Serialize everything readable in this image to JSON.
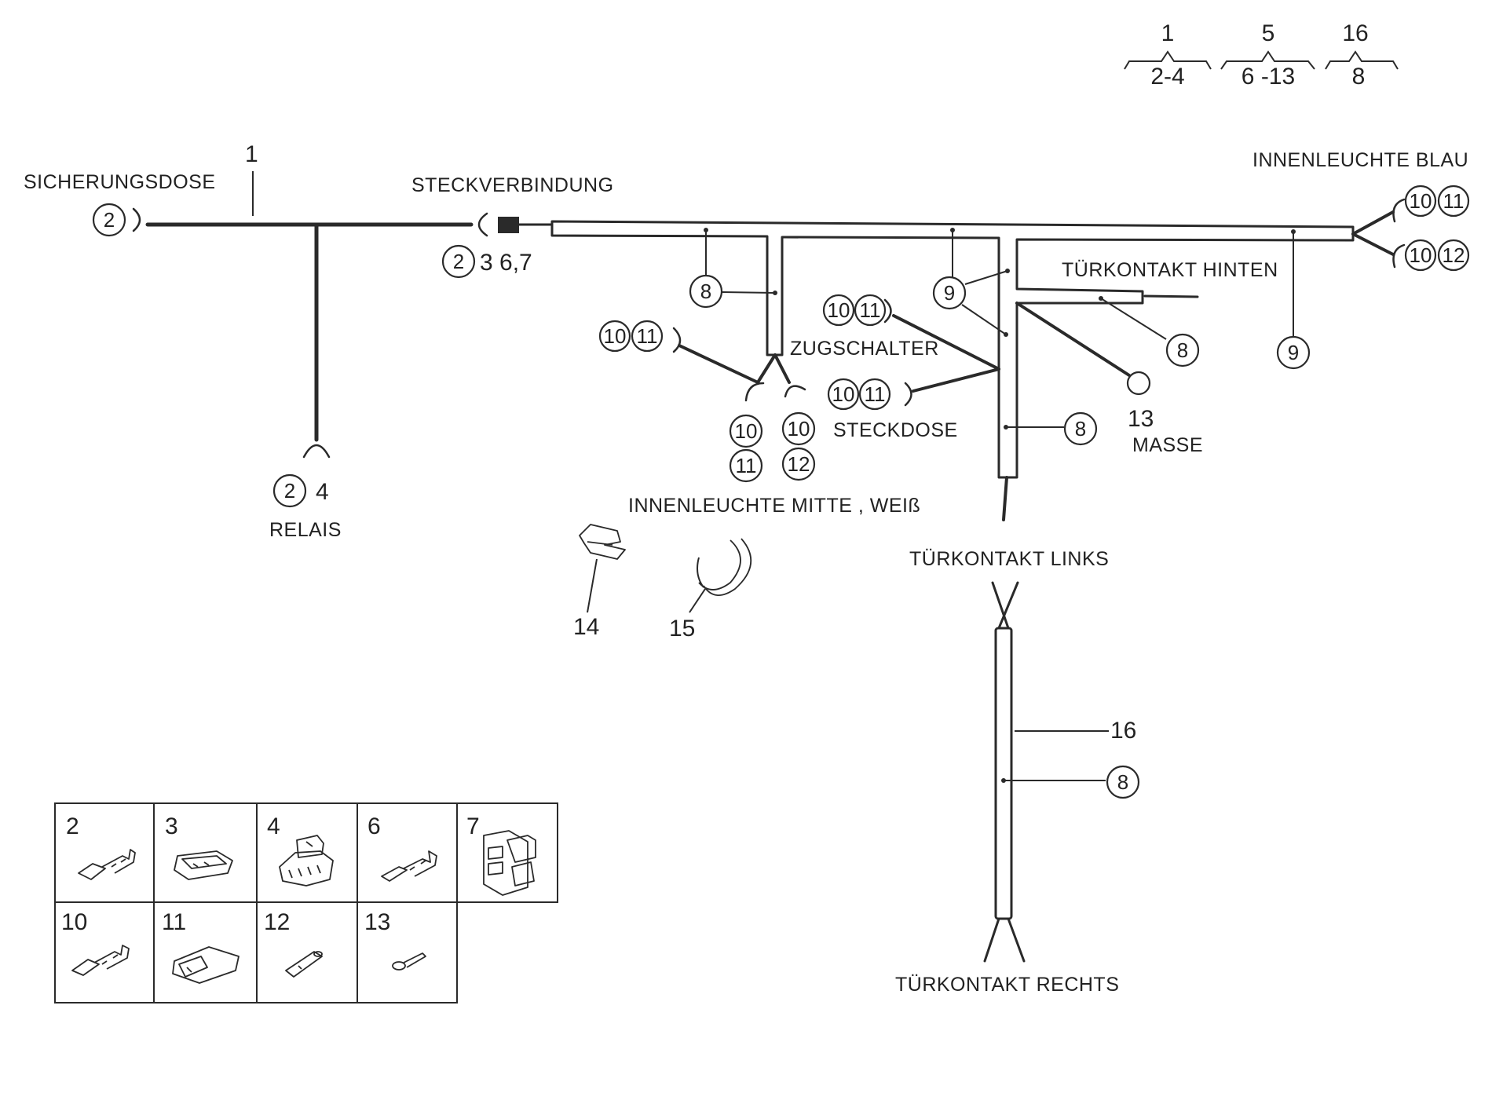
{
  "labels": {
    "sicherungsdose": "SICHERUNGSDOSE",
    "steckverbindung": "STECKVERBINDUNG",
    "innenleuchte_blau": "INNENLEUCHTE BLAU",
    "tuerkontakt_hinten": "TÜRKONTAKT HINTEN",
    "zugschalter": "ZUGSCHALTER",
    "steckdose": "STECKDOSE",
    "masse": "MASSE",
    "relais": "RELAIS",
    "innenleuchte_mitte": "INNENLEUCHTE MITTE , WEIß",
    "tuerkontakt_links": "TÜRKONTAKT LINKS",
    "tuerkontakt_rechts": "TÜRKONTAKT RECHTS"
  },
  "legend": [
    {
      "top": "1",
      "bottom": "2-4"
    },
    {
      "top": "5",
      "bottom": "6 -13"
    },
    {
      "top": "16",
      "bottom": "8"
    }
  ],
  "numbers": {
    "n1": "1",
    "n3_67": "3 6,7",
    "n4": "4",
    "n13": "13",
    "n14": "14",
    "n15": "15",
    "n16": "16"
  },
  "circles": {
    "c2": "2",
    "c8": "8",
    "c9": "9",
    "c10": "10",
    "c11": "11",
    "c12": "12"
  },
  "parts_table": {
    "row1": [
      "2",
      "3",
      "4",
      "6",
      "7"
    ],
    "row2": [
      "10",
      "11",
      "12",
      "13"
    ]
  }
}
